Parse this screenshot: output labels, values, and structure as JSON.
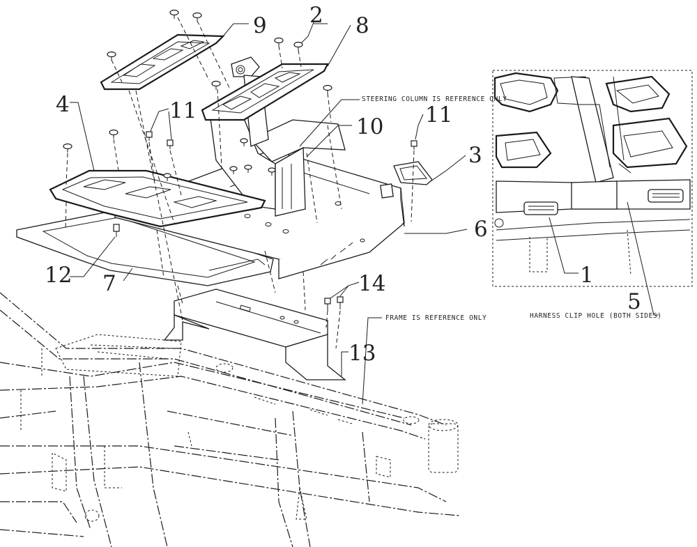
{
  "callouts": {
    "c1": "1",
    "c2": "2",
    "c3": "3",
    "c4": "4",
    "c5": "5",
    "c6": "6",
    "c7": "7",
    "c8": "8",
    "c9": "9",
    "c10": "10",
    "c11a": "11",
    "c11b": "11",
    "c12": "12",
    "c13": "13",
    "c14": "14"
  },
  "notes": {
    "steering": "STEERING COLUMN IS REFERENCE ONLY",
    "frame": "FRAME IS REFERENCE ONLY",
    "harness": "HARNESS CLIP HOLE (BOTH SIDES)"
  }
}
